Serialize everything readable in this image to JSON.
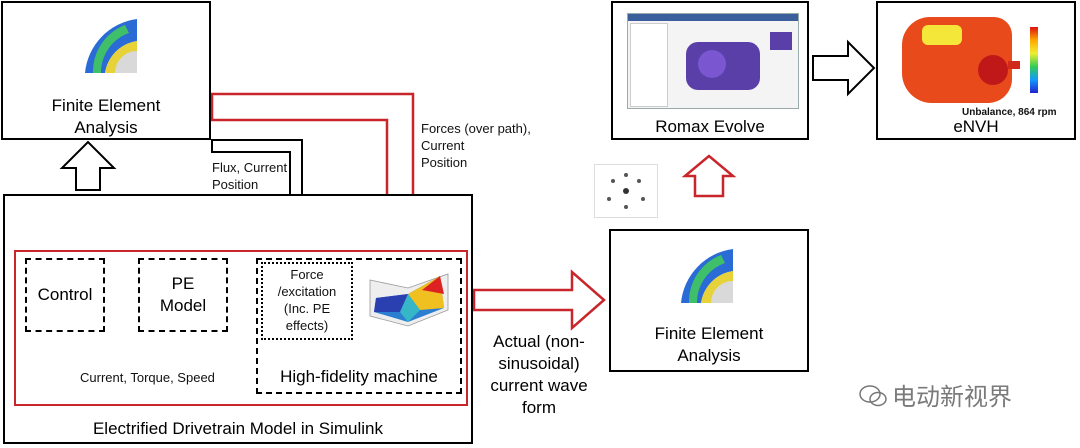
{
  "fea_top": {
    "title": "Finite Element\nAnalysis"
  },
  "fea_bottom": {
    "title": "Finite Element\nAnalysis"
  },
  "romax": {
    "title": "Romax Evolve"
  },
  "envh": {
    "title": "eNVH",
    "caption": "Unbalance, 864 rpm"
  },
  "simulink": {
    "title": "Electrified Drivetrain Model in Simulink",
    "control": "Control",
    "pe_model": "PE\nModel",
    "force": "Force\n/excitation\n(Inc. PE\neffects)",
    "machine": "High-fidelity machine",
    "feedback": "Current, Torque, Speed"
  },
  "labels": {
    "flux": "Flux, Current\nPosition",
    "forces": "Forces (over path),\nCurrent\nPosition",
    "actual": "Actual (non-\nsinusoidal)\ncurrent wave\nform"
  },
  "watermark": "电动新视界",
  "colors": {
    "red": "#c8262b",
    "black": "#000000"
  }
}
